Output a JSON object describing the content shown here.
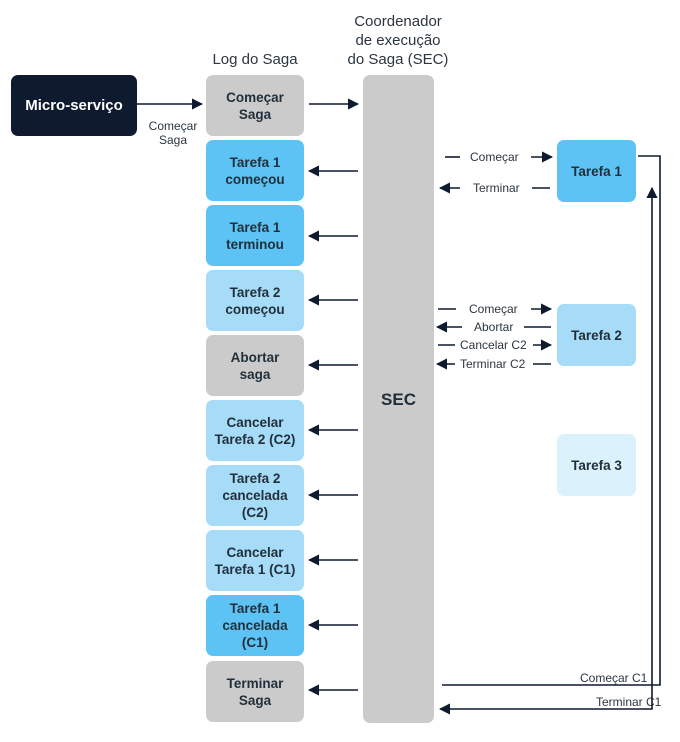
{
  "titles": {
    "log": "Log do Saga",
    "sec_line1": "Coordenador",
    "sec_line2": "de execução",
    "sec_line3": "do Saga (SEC)"
  },
  "microservice": {
    "label": "Micro-serviço",
    "arrow_label_line1": "Começar",
    "arrow_label_line2": "Saga"
  },
  "sec_box": {
    "label": "SEC"
  },
  "log_entries": [
    {
      "line1": "Começar",
      "line2": "Saga",
      "line3": ""
    },
    {
      "line1": "Tarefa 1",
      "line2": "começou",
      "line3": ""
    },
    {
      "line1": "Tarefa 1",
      "line2": "terminou",
      "line3": ""
    },
    {
      "line1": "Tarefa 2",
      "line2": "começou",
      "line3": ""
    },
    {
      "line1": "Abortar",
      "line2": "saga",
      "line3": ""
    },
    {
      "line1": "Cancelar",
      "line2": "Tarefa 2 (C2)",
      "line3": ""
    },
    {
      "line1": "Tarefa 2",
      "line2": "cancelada",
      "line3": "(C2)"
    },
    {
      "line1": "Cancelar",
      "line2": "Tarefa 1 (C1)",
      "line3": ""
    },
    {
      "line1": "Tarefa 1",
      "line2": "cancelada",
      "line3": "(C1)"
    },
    {
      "line1": "Terminar",
      "line2": "Saga",
      "line3": ""
    }
  ],
  "tasks": {
    "t1": "Tarefa 1",
    "t2": "Tarefa 2",
    "t3": "Tarefa 3"
  },
  "messages": {
    "t1_start": "Começar",
    "t1_finish": "Terminar",
    "t2_start": "Começar",
    "t2_abort": "Abortar",
    "t2_cancel": "Cancelar C2",
    "t2_finish": "Terminar C2",
    "c1_start": "Começar C1",
    "c1_finish": "Terminar C1"
  },
  "colors": {
    "grey": "#cbcbcb",
    "blue": "#5cc3f4",
    "light_blue": "#a6dcf7",
    "extra_light_blue": "#dbf1fc",
    "navy": "#0e1a2e",
    "arrow": "#0e1a2e"
  }
}
